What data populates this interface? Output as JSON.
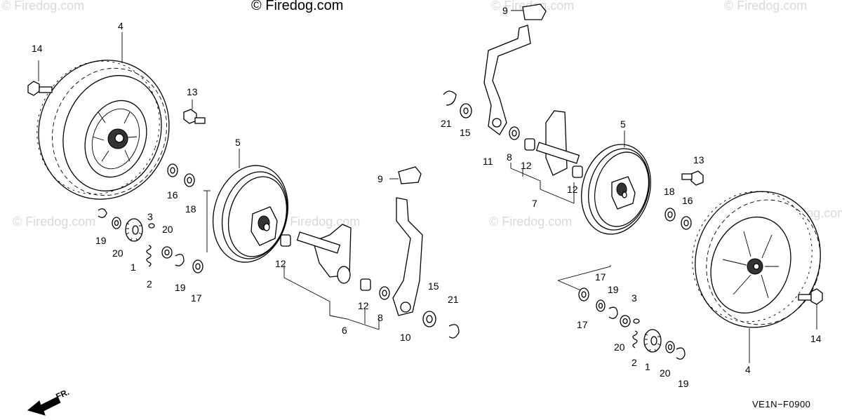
{
  "watermark": {
    "text": "© Firedog.com"
  },
  "diagram_code": "VE1N−F0900",
  "front_marker": "FR.",
  "callouts": {
    "c1a": "1",
    "c2a": "2",
    "c3a": "3",
    "c4a": "4",
    "c5a": "5",
    "c6": "6",
    "c8a": "8",
    "c9a": "9",
    "c10": "10",
    "c12a": "12",
    "c12b": "12",
    "c13a": "13",
    "c14a": "14",
    "c15a": "15",
    "c16a": "16",
    "c17a": "17",
    "c18a": "18",
    "c19a": "19",
    "c19b": "19",
    "c20a": "20",
    "c20b": "20",
    "c21a": "21",
    "c9b": "9",
    "c21b": "21",
    "c15b": "15",
    "c11": "11",
    "c8b": "8",
    "c12c": "12",
    "c12d": "12",
    "c7": "7",
    "c5b": "5",
    "c13b": "13",
    "c18b": "18",
    "c16b": "16",
    "c17b": "17",
    "c17c": "17",
    "c19c": "19",
    "c3b": "3",
    "c20c": "20",
    "c2b": "2",
    "c1b": "1",
    "c20d": "20",
    "c19d": "19",
    "c4b": "4",
    "c14b": "14"
  }
}
